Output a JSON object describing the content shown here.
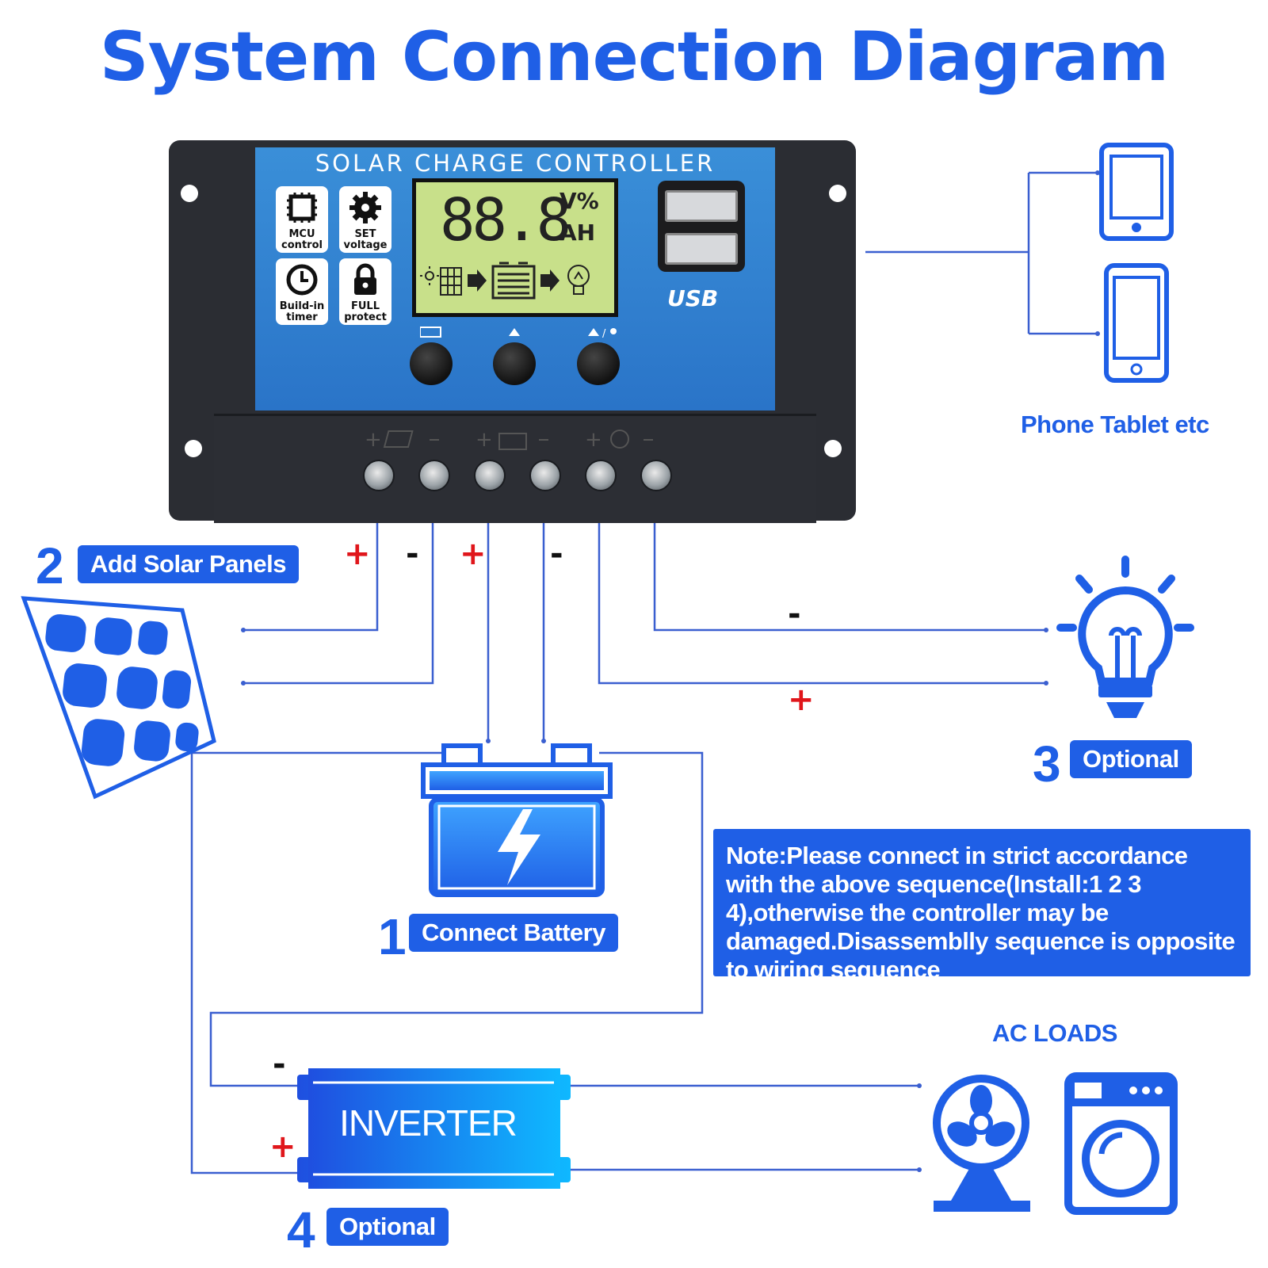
{
  "title": "System Connection Diagram",
  "controller": {
    "label": "SOLAR CHARGE CONTROLLER",
    "lcd_digits": "88.8",
    "lcd_unit_top": "V%",
    "lcd_unit_bottom": "AH",
    "usb_label": "USB",
    "features": [
      {
        "icon": "chip-icon",
        "line1": "MCU",
        "line2": "control"
      },
      {
        "icon": "gear-icon",
        "line1": "SET",
        "line2": "voltage"
      },
      {
        "icon": "clock-icon",
        "line1": "Build-in",
        "line2": "timer"
      },
      {
        "icon": "lock-icon",
        "line1": "FULL",
        "line2": "protect"
      }
    ],
    "buttons": [
      "menu-button",
      "up-button",
      "up-light-button"
    ]
  },
  "steps": {
    "battery": {
      "number": "1",
      "label": "Connect Battery"
    },
    "solar": {
      "number": "2",
      "label": "Add Solar Panels"
    },
    "load": {
      "number": "3",
      "label": "Optional"
    },
    "inverter": {
      "number": "4",
      "label": "Optional"
    }
  },
  "devices_label": "Phone Tablet etc",
  "ac_loads_label": "AC LOADS",
  "inverter_label": "INVERTER",
  "note": "Note:Please connect in strict accordance with the above sequence(Install:1 2 3 4),otherwise the controller may be damaged.Disassemblly sequence is opposite to wiring sequence",
  "polarity": {
    "plus": "+",
    "minus": "-"
  },
  "colors": {
    "accent": "#1f5fe6",
    "wire": "#3a5fd0",
    "plus": "#e0161b"
  }
}
